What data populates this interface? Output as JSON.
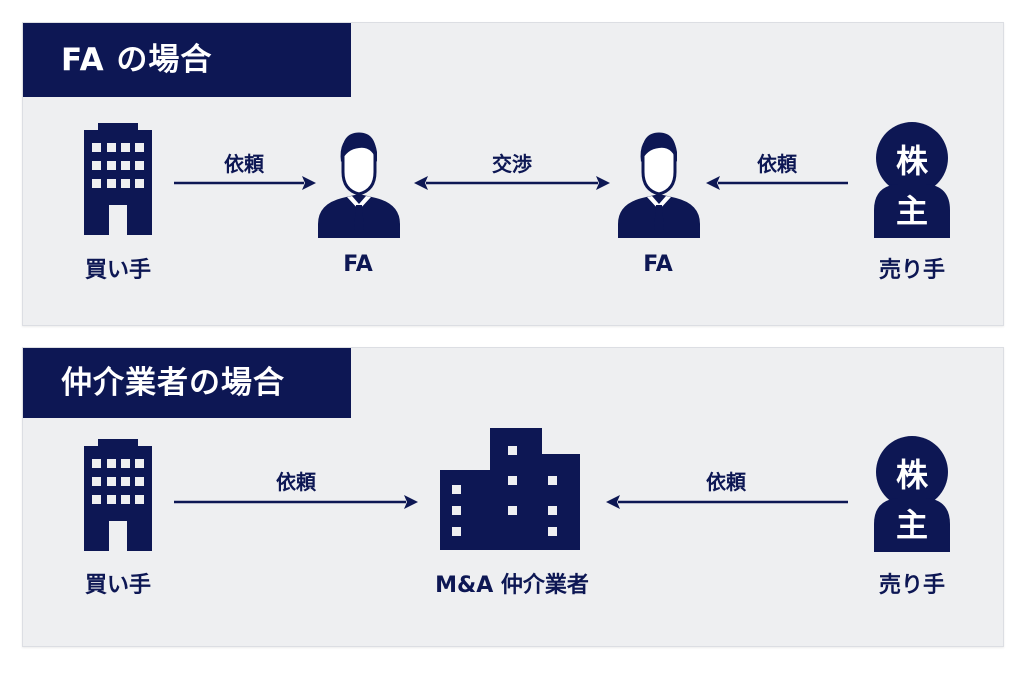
{
  "colors": {
    "navy": "#0d1754",
    "panel_bg": "#eeeff1",
    "white": "#ffffff"
  },
  "fa_section": {
    "title": "FA の場合",
    "buyer": {
      "icon": "office-building-icon",
      "label": "買い手"
    },
    "fa_left": {
      "icon": "businessman-icon",
      "label": "FA"
    },
    "fa_right": {
      "icon": "businessman-icon",
      "label": "FA"
    },
    "seller": {
      "icon": "shareholder-kabunushi-icon",
      "label": "売り手",
      "icon_text": [
        "株",
        "主"
      ]
    },
    "arrow_buyer_fa": "依頼",
    "arrow_negotiation": "交渉",
    "arrow_seller_fa": "依頼"
  },
  "broker_section": {
    "title": "仲介業者の場合",
    "buyer": {
      "icon": "office-building-icon",
      "label": "買い手"
    },
    "broker": {
      "icon": "large-office-buildings-icon",
      "label": "M&A 仲介業者"
    },
    "seller": {
      "icon": "shareholder-kabunushi-icon",
      "label": "売り手",
      "icon_text": [
        "株",
        "主"
      ]
    },
    "arrow_buyer_broker": "依頼",
    "arrow_seller_broker": "依頼"
  }
}
